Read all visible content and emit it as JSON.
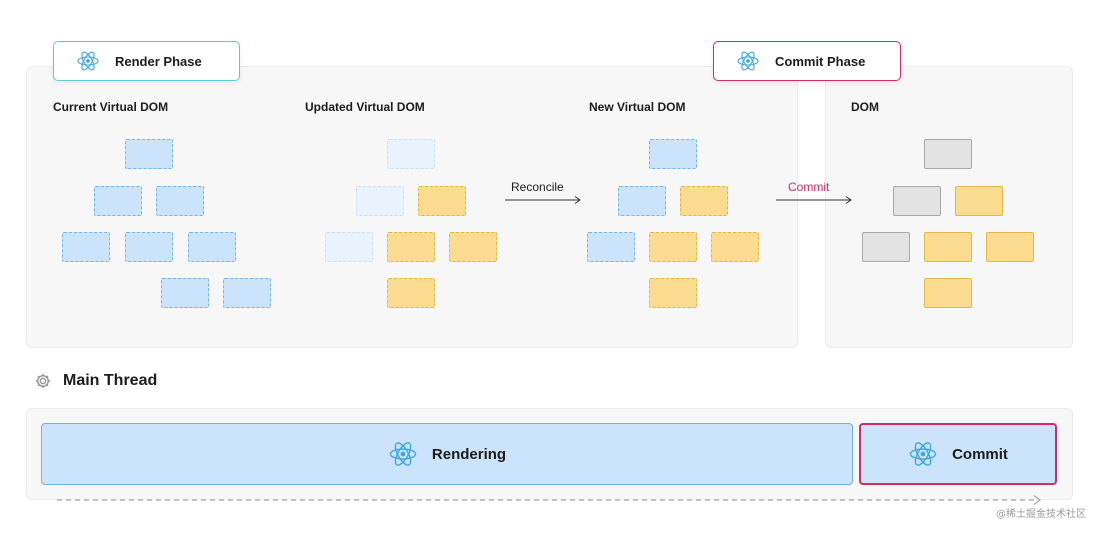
{
  "render_phase": {
    "label": "Render Phase"
  },
  "commit_phase": {
    "label": "Commit Phase"
  },
  "columns": {
    "current_vdom": "Current Virtual DOM",
    "updated_vdom": "Updated Virtual DOM",
    "new_vdom": "New Virtual DOM",
    "dom": "DOM"
  },
  "arrows": {
    "reconcile": "Reconcile",
    "commit": "Commit"
  },
  "main_thread": {
    "label": "Main Thread"
  },
  "timeline": {
    "rendering_label": "Rendering",
    "commit_label": "Commit"
  },
  "watermark": "@稀土掘金技术社区",
  "colors": {
    "render_accent": "#5ec9d6",
    "commit_accent": "#d22b66",
    "react_icon": "#3fa6dc",
    "blue_node": "#cce4fb",
    "yellow_node": "#fbdb90",
    "gray_node": "#e3e3e3"
  },
  "icons": [
    "react-icon",
    "gear-icon"
  ]
}
